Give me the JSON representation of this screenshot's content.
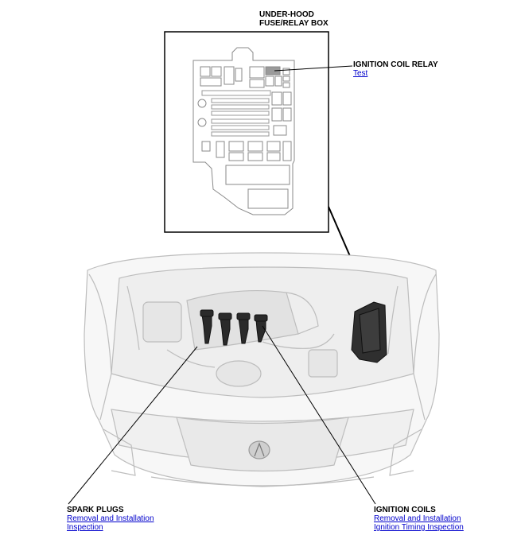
{
  "box_title_line1": "UNDER-HOOD",
  "box_title_line2": "FUSE/RELAY BOX",
  "callouts": {
    "ignition_coil_relay": {
      "title": "IGNITION COIL RELAY",
      "links": [
        "Test"
      ]
    },
    "spark_plugs": {
      "title": "SPARK PLUGS",
      "links": [
        "Removal and Installation",
        "Inspection"
      ]
    },
    "ignition_coils": {
      "title": "IGNITION COILS",
      "links": [
        "Removal and Installation",
        "Ignition Timing Inspection"
      ]
    }
  },
  "colors": {
    "link": "#0000cc",
    "car_line": "#bdbdbd",
    "dark_part": "#2a2a2a"
  }
}
